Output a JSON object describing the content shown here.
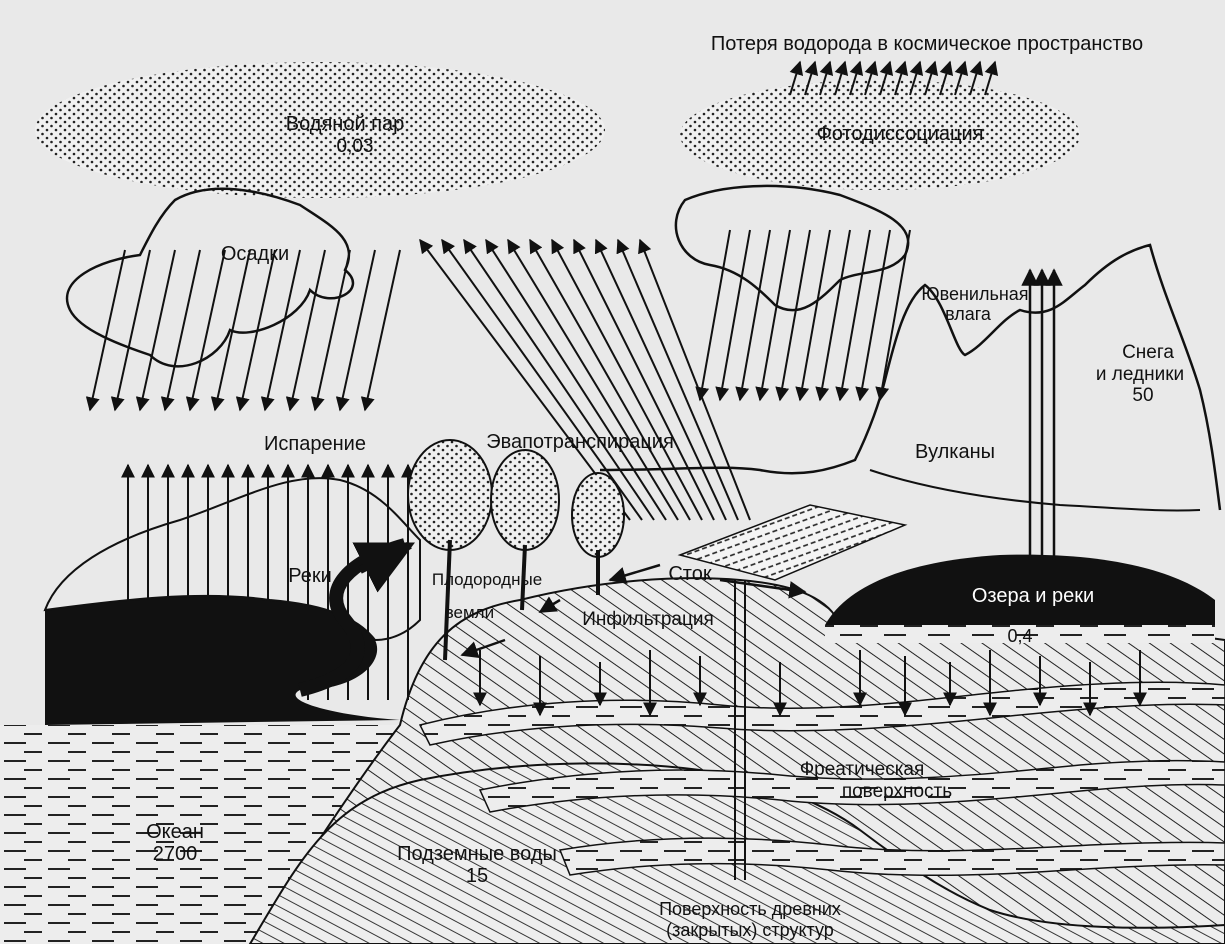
{
  "labels": {
    "hydrogen_loss": "Потеря водорода в космическое пространство",
    "water_vapor": "Водяной пар",
    "water_vapor_value": "0,03",
    "photodissociation": "Фотодиссоциация",
    "precipitation": "Осадки",
    "juvenile_water_1": "Ювенильная",
    "juvenile_water_2": "влага",
    "snow_glaciers_1": "Снега",
    "snow_glaciers_2": "и ледники",
    "snow_glaciers_value": "50",
    "evaporation": "Испарение",
    "evapotranspiration": "Эвапотранспирация",
    "volcanoes": "Вулканы",
    "rivers": "Реки",
    "fertile_lands_1": "Плодородные",
    "fertile_lands_2": "земли",
    "runoff": "Сток",
    "infiltration": "Инфильтрация",
    "lakes_rivers": "Озера и реки",
    "lakes_rivers_value": "0,4",
    "phreatic_surface_1": "Фреатическая",
    "phreatic_surface_2": "поверхность",
    "ocean": "Океан",
    "ocean_value": "2700",
    "groundwater": "Подземные воды",
    "groundwater_value": "15",
    "ancient_structures_1": "Поверхность древних",
    "ancient_structures_2": "(закрытых) структур"
  },
  "colors": {
    "ink": "#111111",
    "paper": "#e9e9e9"
  }
}
